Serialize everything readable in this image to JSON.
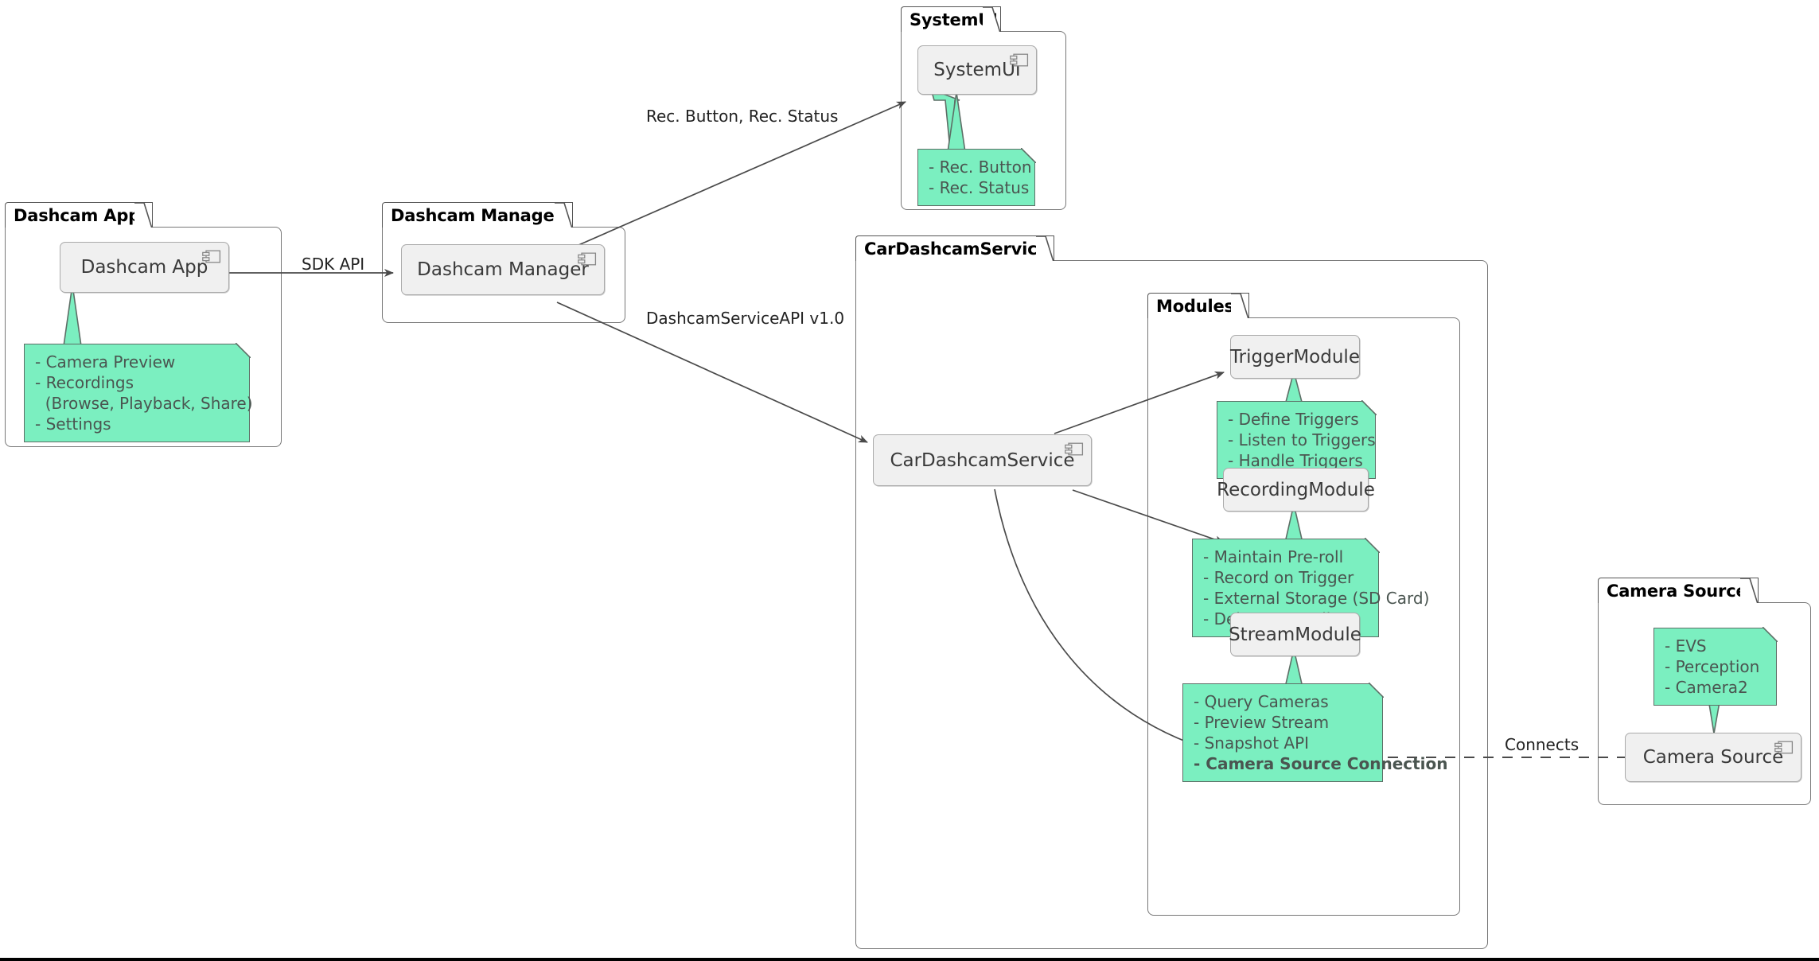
{
  "diagram": {
    "type": "uml-component-diagram",
    "title": "Dashcam Architecture",
    "colors": {
      "note_fill": "#7BEFC0",
      "note_border": "#5D6E66",
      "note_text": "#4A5550",
      "component_fill": "#F0F0F0",
      "component_border": "#AAAAAA",
      "component_text": "#3A3A3A",
      "package_border": "#777777",
      "package_title": "#000000",
      "edge_stroke": "#4A4A4A",
      "canvas_bg": "#FFFFFF"
    }
  },
  "packages": {
    "dashcam_app": {
      "title": "Dashcam App",
      "component": {
        "label": "Dashcam App",
        "icon": "uml-component-icon"
      },
      "note": {
        "lines": [
          "- Camera Preview",
          "- Recordings",
          "  (Browse, Playback, Share)",
          "- Settings"
        ]
      }
    },
    "dashcam_manager": {
      "title": "Dashcam Manager",
      "component": {
        "label": "Dashcam Manager",
        "icon": "uml-component-icon"
      }
    },
    "system_ui": {
      "title": "SystemUI",
      "component": {
        "label": "SystemUI",
        "icon": "uml-component-icon"
      },
      "note": {
        "lines": [
          "- Rec. Button",
          "- Rec. Status"
        ]
      }
    },
    "car_dashcam_service": {
      "title": "CarDashcamService",
      "component": {
        "label": "CarDashcamService",
        "icon": "uml-component-icon"
      },
      "modules_package": {
        "title": "Modules",
        "modules": [
          {
            "label": "TriggerModule",
            "note_lines": [
              "- Define Triggers",
              "- Listen to Triggers",
              "- Handle Triggers"
            ]
          },
          {
            "label": "RecordingModule",
            "note_lines": [
              "- Maintain Pre-roll",
              "- Record on Trigger",
              "- External Storage (SD Card)",
              "- Delete Recordings"
            ]
          },
          {
            "label": "StreamModule",
            "note_lines": [
              "- Query Cameras",
              "- Preview Stream",
              "- Snapshot API",
              "- Camera Source Connection"
            ],
            "note_bold_lines": [
              "- Camera Source Connection"
            ]
          }
        ]
      }
    },
    "camera_source": {
      "title": "Camera Source",
      "component": {
        "label": "Camera Source",
        "icon": "uml-component-icon"
      },
      "note": {
        "lines": [
          "- EVS",
          "- Perception",
          "- Camera2"
        ]
      }
    }
  },
  "edges": [
    {
      "id": "app-to-manager",
      "from": "Dashcam App",
      "to": "Dashcam Manager",
      "label": "SDK API",
      "style": "solid-arrow"
    },
    {
      "id": "manager-to-systemui",
      "from": "Dashcam Manager",
      "to": "SystemUI",
      "label": "Rec. Button, Rec. Status",
      "style": "solid-arrow"
    },
    {
      "id": "manager-to-service",
      "from": "Dashcam Manager",
      "to": "CarDashcamService",
      "label": "DashcamServiceAPI v1.0",
      "style": "solid-arrow"
    },
    {
      "id": "service-to-trigger",
      "from": "CarDashcamService",
      "to": "TriggerModule",
      "label": "",
      "style": "solid-arrow"
    },
    {
      "id": "service-to-recording",
      "from": "CarDashcamService",
      "to": "RecordingModule",
      "label": "",
      "style": "solid-arrow"
    },
    {
      "id": "service-to-stream",
      "from": "CarDashcamService",
      "to": "StreamModule",
      "label": "",
      "style": "solid-arrow-curved"
    },
    {
      "id": "stream-to-camera-source",
      "from": "StreamModule",
      "to": "Camera Source",
      "label": "Connects",
      "style": "dashed"
    }
  ]
}
